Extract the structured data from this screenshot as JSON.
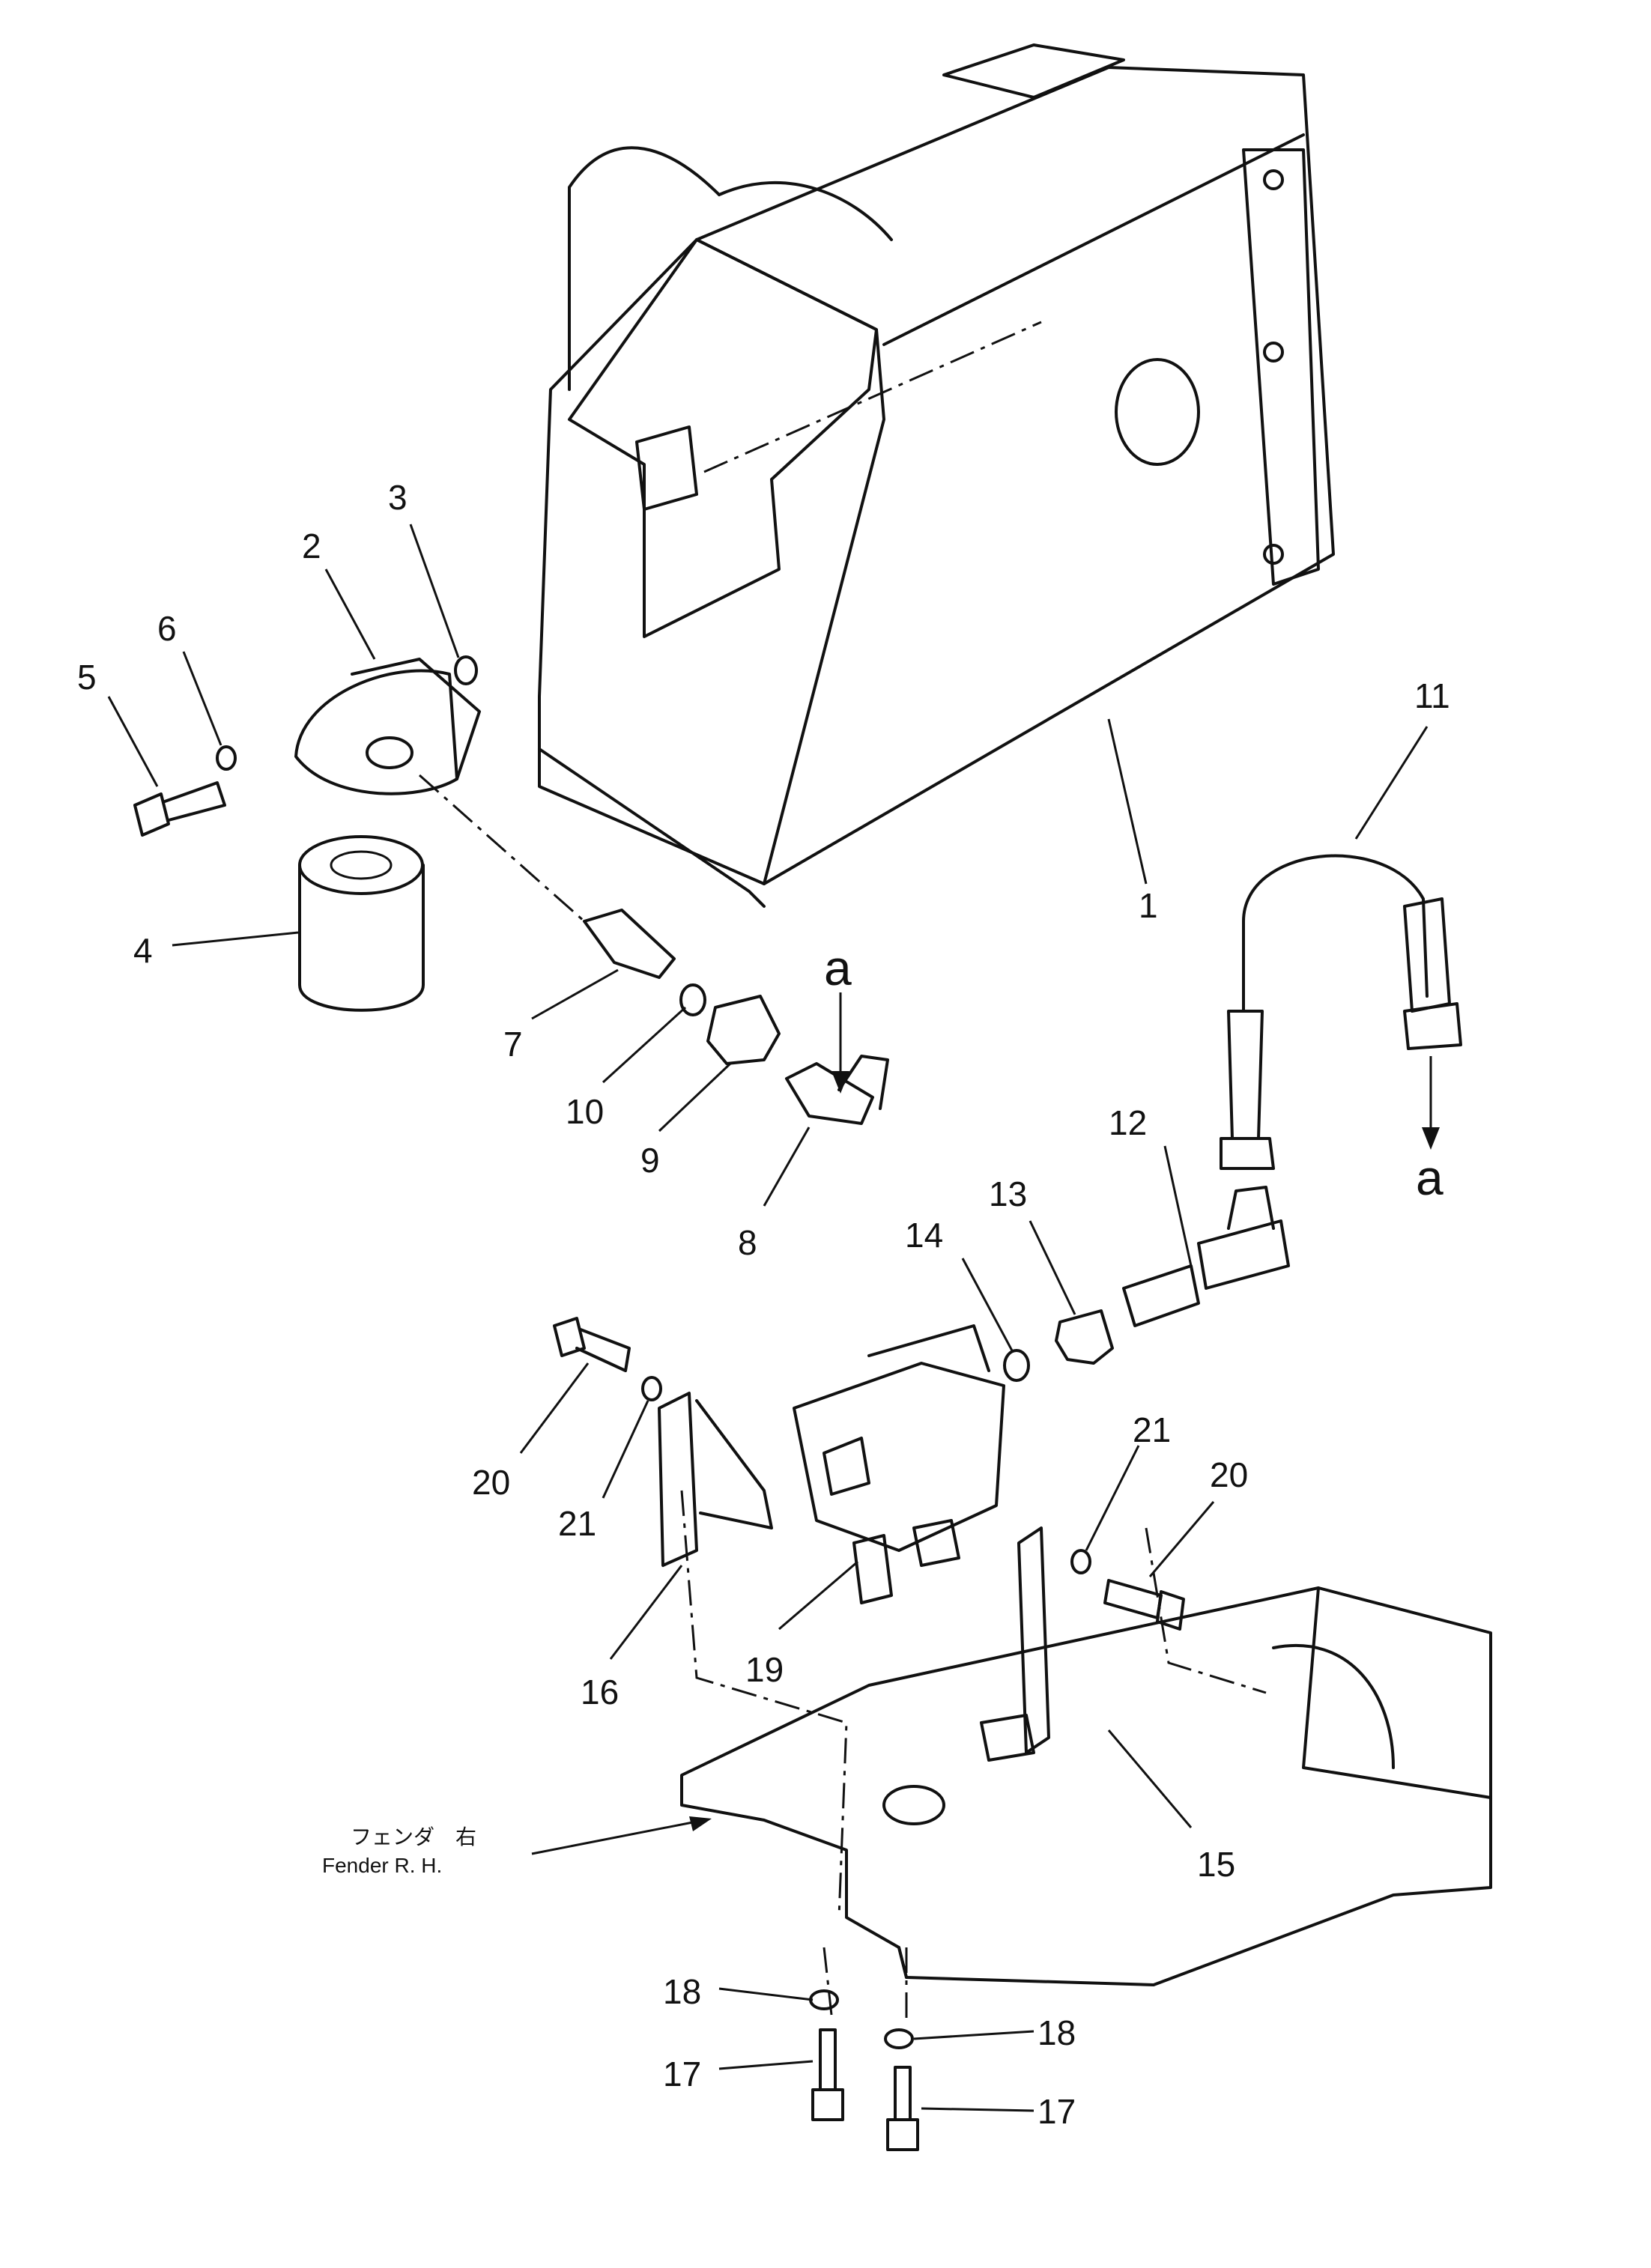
{
  "labels": {
    "p1": "1",
    "p2": "2",
    "p3": "3",
    "p4": "4",
    "p5": "5",
    "p6": "6",
    "p7": "7",
    "p8": "8",
    "p9": "9",
    "p10": "10",
    "p11": "11",
    "p12": "12",
    "p13": "13",
    "p14": "14",
    "p15": "15",
    "p16": "16",
    "p17a": "17",
    "p17b": "17",
    "p18a": "18",
    "p18b": "18",
    "p19": "19",
    "p20a": "20",
    "p20b": "20",
    "p21a": "21",
    "p21b": "21",
    "arrow_a_top": "a",
    "arrow_a_right": "a"
  },
  "fender": {
    "label_jp": "フェンダ　右",
    "label_en": "Fender  R. H."
  }
}
